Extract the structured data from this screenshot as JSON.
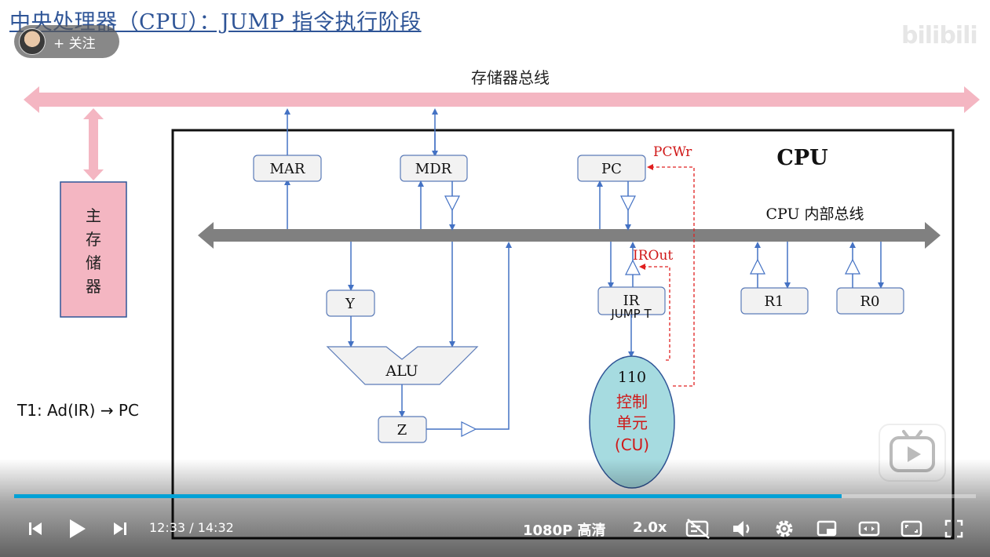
{
  "slide": {
    "title": "中央处理器（CPU）：JUMP 指令执行阶段",
    "memory_bus_label": "存储器总线",
    "main_memory_label": [
      "主",
      "存",
      "储",
      "器"
    ],
    "cpu_label": "CPU",
    "internal_bus_label": "CPU 内部总线",
    "registers": {
      "mar": "MAR",
      "mdr": "MDR",
      "pc": "PC",
      "y": "Y",
      "alu": "ALU",
      "z": "Z",
      "ir": "IR",
      "ir_sub": "JUMP T",
      "r1": "R1",
      "r0": "R0"
    },
    "signals": {
      "pcwr": "PCWr",
      "irout": "IROut"
    },
    "control_unit": {
      "code": "110",
      "label_lines": [
        "控制",
        "单元",
        "(CU)"
      ]
    },
    "step_text": "T1: Ad(IR) → PC"
  },
  "overlay": {
    "follow_label": "+ 关注",
    "watermark": "bilibili"
  },
  "player": {
    "current_time": "12:33",
    "separator": "/",
    "total_time": "14:32",
    "progress": 0.86,
    "quality": "1080P 高清",
    "speed": "2.0x",
    "icons": {
      "prev": "skip-back-icon",
      "play": "play-icon",
      "next": "skip-forward-icon",
      "danmaku": "danmaku-off-icon",
      "volume": "volume-icon",
      "settings": "gear-icon",
      "pip": "picture-in-picture-icon",
      "widescreen": "widescreen-icon",
      "fullscreen": "fullscreen-icon"
    }
  }
}
